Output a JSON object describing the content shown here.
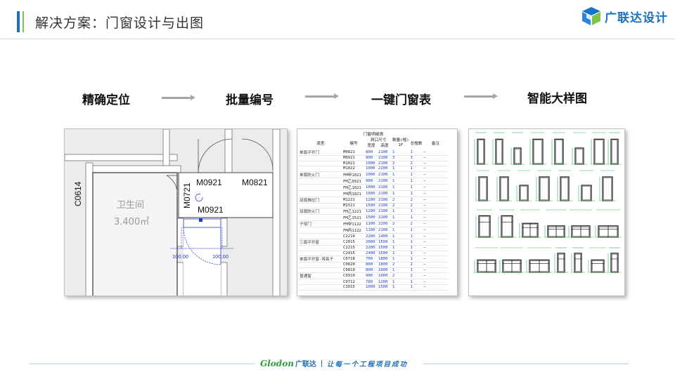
{
  "header": {
    "title": "解决方案：门窗设计与出图"
  },
  "brand": {
    "name": "广联达设计",
    "colors": {
      "blue": "#1a72c4",
      "green": "#7dc34a"
    }
  },
  "steps": [
    {
      "label": "精确定位"
    },
    {
      "label": "批量编号"
    },
    {
      "label": "一键门窗表"
    },
    {
      "label": "智能大样图"
    }
  ],
  "floorplan": {
    "tags": [
      "C0614",
      "M0721",
      "M0921",
      "M0821",
      "M0921"
    ],
    "room_name": "卫生间",
    "room_area": "3.400㎡",
    "dims": [
      "100.00",
      "100.00"
    ]
  },
  "schedule": {
    "title": "门窗明细表",
    "headers": {
      "type": "类型",
      "code": "编号",
      "opening": "洞口尺寸",
      "width": "宽度",
      "height": "高度",
      "qty": "数量(樘)",
      "floor": "1F",
      "total": "总樘数",
      "remark": "备注"
    },
    "rows": [
      {
        "type": "单扇平开门",
        "code": "M0821",
        "w": "800",
        "h": "2100",
        "q": "1",
        "t": "1",
        "r": "—"
      },
      {
        "type": "",
        "code": "M0921",
        "w": "900",
        "h": "2100",
        "q": "3",
        "t": "3",
        "r": "—"
      },
      {
        "type": "",
        "code": "M1021",
        "w": "1000",
        "h": "2100",
        "q": "2",
        "t": "2",
        "r": "—"
      },
      {
        "type": "",
        "code": "M1022",
        "w": "1000",
        "h": "2200",
        "q": "1",
        "t": "1",
        "r": "—"
      },
      {
        "type": "单扇防火门",
        "code": "FM甲1021",
        "w": "1000",
        "h": "2100",
        "q": "1",
        "t": "1",
        "r": "—"
      },
      {
        "type": "",
        "code": "FM乙0921",
        "w": "900",
        "h": "2100",
        "q": "1",
        "t": "1",
        "r": "—"
      },
      {
        "type": "",
        "code": "FM乙1021",
        "w": "1000",
        "h": "2100",
        "q": "1",
        "t": "1",
        "r": "—"
      },
      {
        "type": "",
        "code": "FM丙1021",
        "w": "1000",
        "h": "2100",
        "q": "1",
        "t": "1",
        "r": "—"
      },
      {
        "type": "双扇推拉门",
        "code": "M1221",
        "w": "1200",
        "h": "2100",
        "q": "2",
        "t": "2",
        "r": "—"
      },
      {
        "type": "",
        "code": "M1521",
        "w": "1500",
        "h": "2100",
        "q": "2",
        "t": "2",
        "r": "—"
      },
      {
        "type": "双扇防火门",
        "code": "FM乙1221",
        "w": "1200",
        "h": "2100",
        "q": "1",
        "t": "1",
        "r": "—"
      },
      {
        "type": "",
        "code": "FM乙1521",
        "w": "1500",
        "h": "2100",
        "q": "1",
        "t": "1",
        "r": "—"
      },
      {
        "type": "子母门",
        "code": "FM甲1122",
        "w": "1100",
        "h": "2200",
        "q": "2",
        "t": "2",
        "r": "—"
      },
      {
        "type": "",
        "code": "FM丙1122",
        "w": "1100",
        "h": "2100",
        "q": "1",
        "t": "1",
        "r": "—"
      },
      {
        "type": "",
        "code": "C2214",
        "w": "2200",
        "h": "1400",
        "q": "1",
        "t": "1",
        "r": "—"
      },
      {
        "type": "三扇平开窗",
        "code": "C2015",
        "w": "2000",
        "h": "1500",
        "q": "1",
        "t": "1",
        "r": "—"
      },
      {
        "type": "",
        "code": "C2215",
        "w": "2200",
        "h": "1500",
        "q": "1",
        "t": "1",
        "r": "—"
      },
      {
        "type": "",
        "code": "C2415",
        "w": "2400",
        "h": "1500",
        "q": "1",
        "t": "1",
        "r": "—"
      },
      {
        "type": "单扇平开窗-带高子",
        "code": "C0718",
        "w": "700",
        "h": "1800",
        "q": "1",
        "t": "1",
        "r": "—"
      },
      {
        "type": "",
        "code": "C0820",
        "w": "800",
        "h": "1800",
        "q": "2",
        "t": "2",
        "r": "—"
      },
      {
        "type": "",
        "code": "C0810",
        "w": "800",
        "h": "1000",
        "q": "1",
        "t": "1",
        "r": "—"
      },
      {
        "type": "普通窗",
        "code": "C0910",
        "w": "900",
        "h": "1000",
        "q": "2",
        "t": "2",
        "r": "—"
      },
      {
        "type": "",
        "code": "C0712",
        "w": "700",
        "h": "1200",
        "q": "1",
        "t": "1",
        "r": "—"
      },
      {
        "type": "",
        "code": "C1015",
        "w": "1000",
        "h": "1500",
        "q": "1",
        "t": "1",
        "r": "—"
      }
    ]
  },
  "footer": {
    "logo": "Glodon",
    "logo_cn": "广联达",
    "slogan": "让每一个工程项目成功"
  }
}
